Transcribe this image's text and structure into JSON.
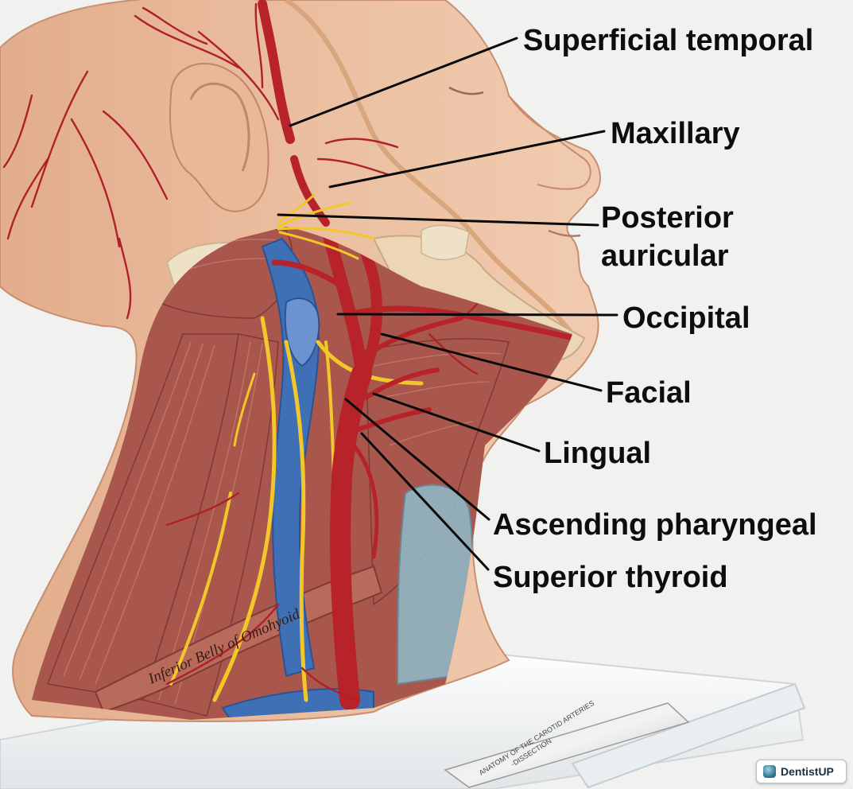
{
  "labels": [
    {
      "id": "superficial-temporal",
      "lines": [
        "Superficial temporal"
      ]
    },
    {
      "id": "maxillary",
      "lines": [
        "Maxillary"
      ]
    },
    {
      "id": "posterior-auricular",
      "lines": [
        "Posterior",
        "auricular"
      ]
    },
    {
      "id": "occipital",
      "lines": [
        "Occipital"
      ]
    },
    {
      "id": "facial",
      "lines": [
        "Facial"
      ]
    },
    {
      "id": "lingual",
      "lines": [
        "Lingual"
      ]
    },
    {
      "id": "ascending-pharyngeal",
      "lines": [
        "Ascending pharyngeal"
      ]
    },
    {
      "id": "superior-thyroid",
      "lines": [
        "Superior thyroid"
      ]
    }
  ],
  "model_text": {
    "muscle_label": "Inferior Belly of   Omohyoid",
    "plaque_line1": "ANATOMY OF THE CAROTID ARTERIES",
    "plaque_line2": "-DISSECTION"
  },
  "watermark": {
    "text": "DentistUP"
  },
  "colors": {
    "background": "#f1f1ef",
    "skin": "#e6b494",
    "muscle": "#a9574c",
    "artery": "#b8232a",
    "vein": "#3f6fb5",
    "nerve": "#f2c72a",
    "label_text": "#0d0d0d"
  }
}
